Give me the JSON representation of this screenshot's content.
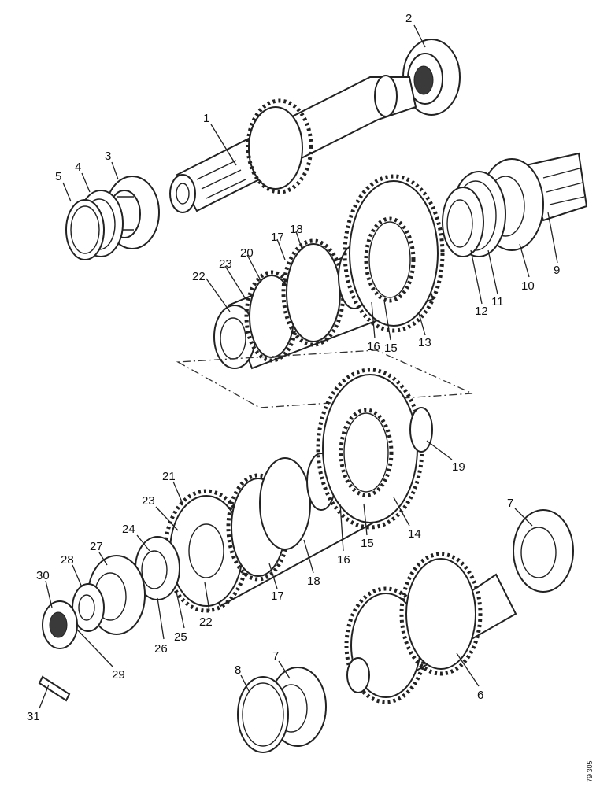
{
  "callouts": {
    "c1": "1",
    "c2": "2",
    "c3": "3",
    "c4": "4",
    "c5": "5",
    "c6": "6",
    "c7a": "7",
    "c7b": "7",
    "c8": "8",
    "c9": "9",
    "c10": "10",
    "c11": "11",
    "c12": "12",
    "c13": "13",
    "c14": "14",
    "c15a": "15",
    "c15b": "15",
    "c16a": "16",
    "c16b": "16",
    "c17a": "17",
    "c17b": "17",
    "c18a": "18",
    "c18b": "18",
    "c19": "19",
    "c20": "20",
    "c21": "21",
    "c22a": "22",
    "c22b": "22",
    "c23a": "23",
    "c23b": "23",
    "c24": "24",
    "c25": "25",
    "c26": "26",
    "c27": "27",
    "c28": "28",
    "c29": "29",
    "c30": "30",
    "c31": "31"
  },
  "reference": "79 305"
}
